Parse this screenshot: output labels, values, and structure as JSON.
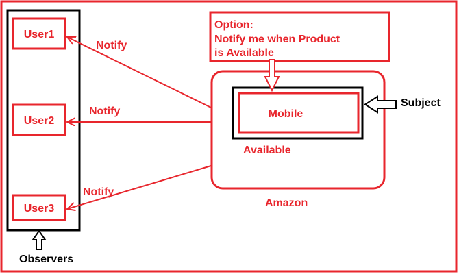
{
  "colors": {
    "red": "#e8262d",
    "black": "#000000",
    "background": "#ffffff"
  },
  "observers": {
    "label": "Observers",
    "users": [
      "User1",
      "User2",
      "User3"
    ]
  },
  "notify_labels": [
    "Notify",
    "Notify",
    "Notify"
  ],
  "subject": {
    "label": "Subject",
    "product": "Mobile",
    "status": "Available",
    "store": "Amazon"
  },
  "option": {
    "line1": "Option:",
    "line2": "Notify me when Product",
    "line3": "is Available"
  }
}
